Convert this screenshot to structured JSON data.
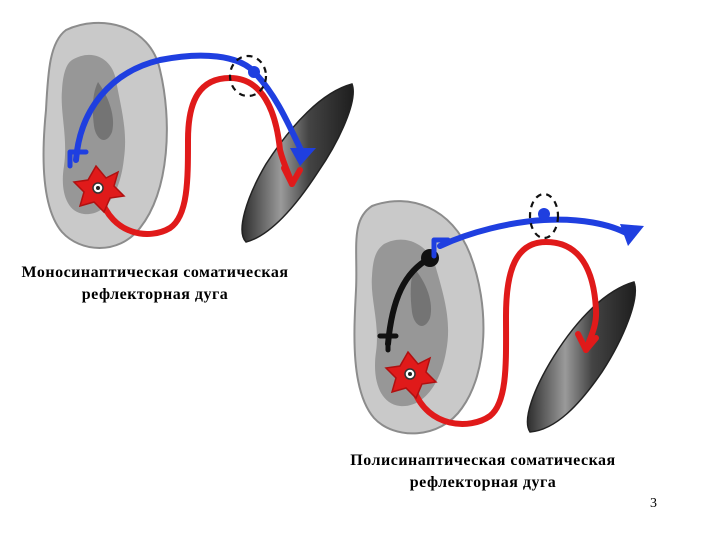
{
  "slide": {
    "page_number": "3"
  },
  "captions": {
    "monosynaptic_line1": "Моносинаптическая соматическая",
    "monosynaptic_line2": "рефлекторная дуга",
    "polysynaptic_line1": "Полисинаптическая соматическая",
    "polysynaptic_line2": "рефлекторная дуга"
  },
  "colors": {
    "sensory_neuron": "#1f3fe0",
    "motor_neuron": "#e01a1a",
    "interneuron": "#111111",
    "spinal_cord_outer": "#c4c4c4",
    "spinal_cord_grey_matter": "#8a8a8a",
    "muscle": "#5a5a5a"
  }
}
